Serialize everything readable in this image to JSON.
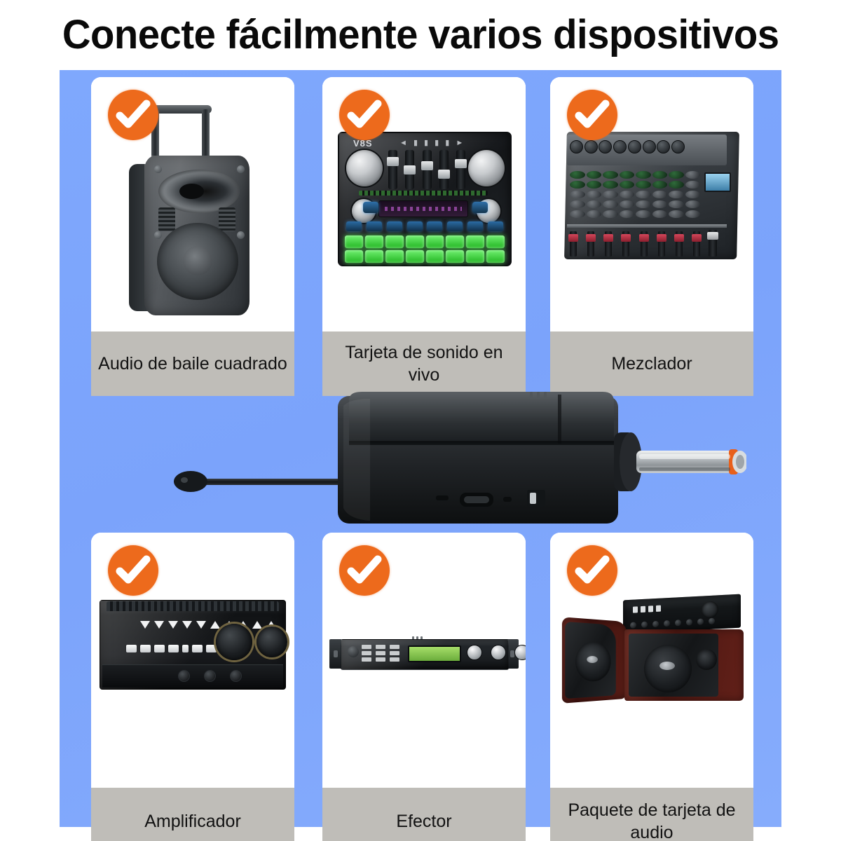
{
  "header": {
    "title": "Conecte fácilmente varios dispositivos"
  },
  "colors": {
    "panel_blue": "#7BA3FB",
    "badge_orange": "#ED6A1C",
    "label_gray": "#BFBDB8",
    "title_black": "#0A0A0A",
    "page_white": "#FFFFFF"
  },
  "center_device": {
    "name": "Transmisor inalámbrico",
    "parts": {
      "antenna": "antenna",
      "usb_port": "micro-usb-port",
      "switch": "power-switch",
      "plug": "quarter-inch-plug"
    }
  },
  "cards": [
    {
      "id": "audio-baile-cuadrado",
      "label": "Audio de baile cuadrado",
      "icon": "check-icon",
      "device": "trolley-speaker"
    },
    {
      "id": "tarjeta-sonido-vivo",
      "label": "Tarjeta de sonido en vivo",
      "icon": "check-icon",
      "device": "live-sound-card"
    },
    {
      "id": "mezclador",
      "label": "Mezclador",
      "icon": "check-icon",
      "device": "audio-mixer"
    },
    {
      "id": "amplificador",
      "label": "Amplificador",
      "icon": "check-icon",
      "device": "amplifier"
    },
    {
      "id": "efector",
      "label": "Efector",
      "icon": "check-icon",
      "device": "rack-effector"
    },
    {
      "id": "paquete-tarjeta-audio",
      "label": "Paquete de tarjeta de audio",
      "icon": "check-icon",
      "device": "audio-package"
    }
  ]
}
